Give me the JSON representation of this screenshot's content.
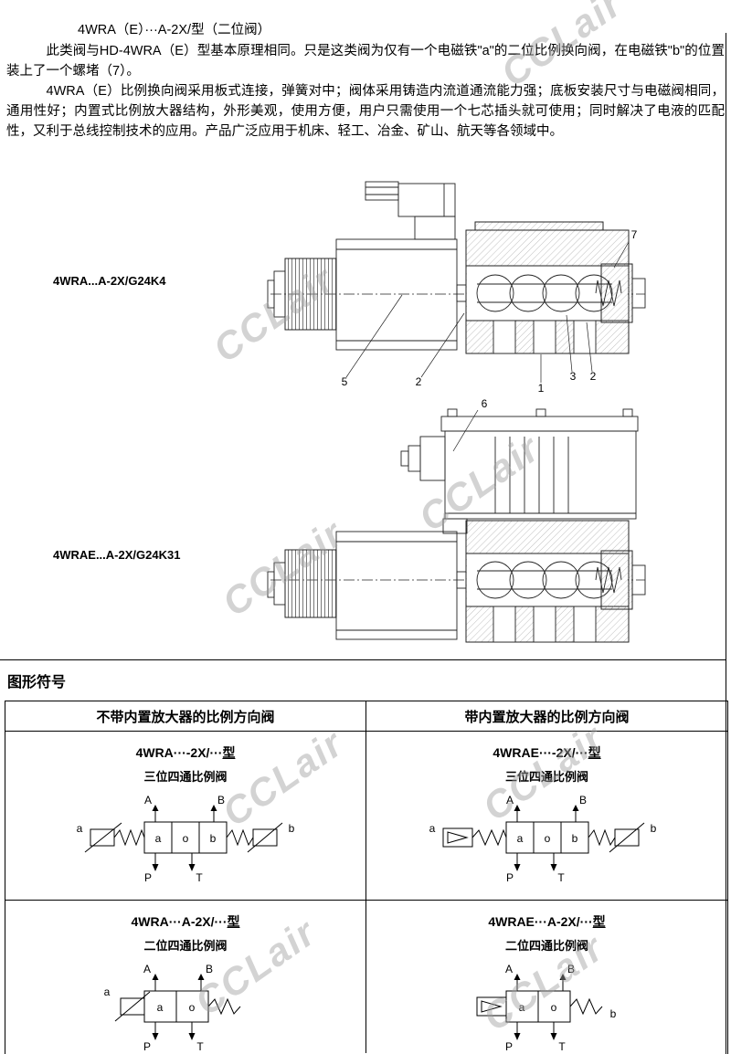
{
  "watermark": "CCLair",
  "intro": {
    "heading": "4WRA（E）···A-2X/型（二位阀）",
    "para1": "此类阀与HD-4WRA（E）型基本原理相同。只是这类阀为仅有一个电磁铁\"a\"的二位比例换向阀，在电磁铁\"b\"的位置装上了一个螺堵（7）。",
    "para2": "4WRA（E）比例换向阀采用板式连接，弹簧对中；阀体采用铸造内流道通流能力强；底板安装尺寸与电磁阀相同，通用性好；内置式比例放大器结构，外形美观，使用方便，用户只需使用一个七芯插头就可使用；同时解决了电液的匹配性，又利于总线控制技术的应用。产品广泛应用于机床、轻工、冶金、矿山、航天等各领域中。"
  },
  "figures": {
    "fig1_label": "4WRA...A-2X/G24K4",
    "fig2_label": "4WRAE...A-2X/G24K31",
    "callout_1": "1",
    "callout_2": "2",
    "callout_3": "3",
    "callout_5": "5",
    "callout_6": "6",
    "callout_7": "7"
  },
  "symbols": {
    "section_title": "图形符号",
    "col_without": "不带内置放大器的比例方向阀",
    "col_with": "带内置放大器的比例方向阀",
    "cells": [
      {
        "model": "4WRA···-2X/···",
        "suffix": "型",
        "subtitle": "三位四通比例阀"
      },
      {
        "model": "4WRAE···-2X/···",
        "suffix": "型",
        "subtitle": "三位四通比例阀"
      },
      {
        "model": "4WRA···A-2X/···",
        "suffix": "型",
        "subtitle": "二位四通比例阀"
      },
      {
        "model": "4WRAE···A-2X/···",
        "suffix": "型",
        "subtitle": "二位四通比例阀"
      }
    ],
    "labels": {
      "A": "A",
      "B": "B",
      "P": "P",
      "T": "T",
      "a": "a",
      "b": "b",
      "o": "o"
    }
  }
}
